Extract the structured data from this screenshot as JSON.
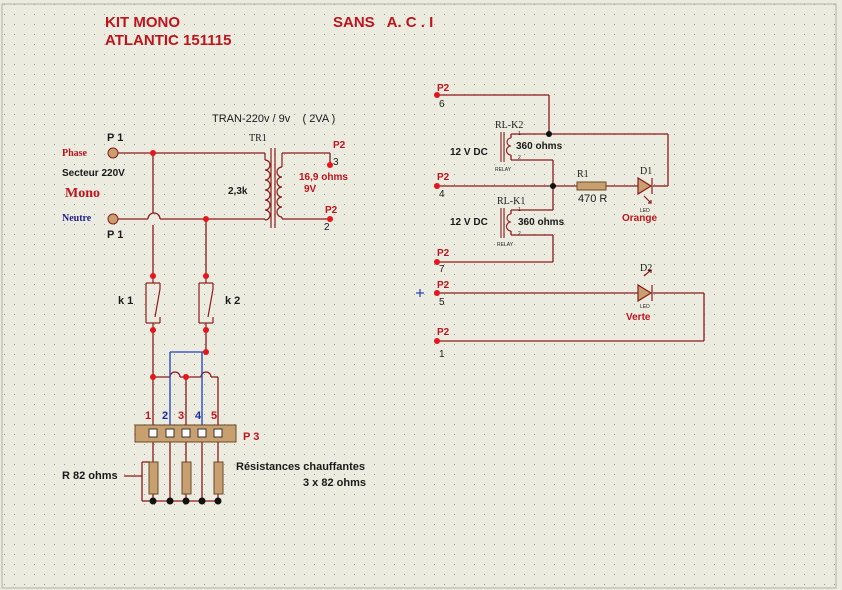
{
  "header": {
    "title_line1": "KIT MONO",
    "title_line2": "ATLANTIC 151115",
    "subtitle": "SANS   A. C . I"
  },
  "labels": {
    "phase": "Phase",
    "secteur": "Secteur 220V",
    "mono": "Mono",
    "neutre": "Neutre",
    "p1": "P 1",
    "tran": "TRAN-220v / 9v    ( 2VA )",
    "tr1": "TR1",
    "prim_res": "2,3k",
    "sec_res": "16,9 ohms",
    "sec_v": "9V",
    "p2": "P2",
    "pin3": "3",
    "pin2": "2",
    "k1": "k 1",
    "k2": "k 2",
    "pin_nums": [
      "1",
      "2",
      "3",
      "4",
      "5"
    ],
    "p3": "P 3",
    "r82": "R 82 ohms",
    "res_ch": "Résistances chauffantes",
    "res_3x": "3 x 82 ohms",
    "pin6": "6",
    "pin4": "4",
    "pin7": "7",
    "pin5": "5",
    "pin1": "1",
    "rlk2": "RL-K2",
    "rlk1": "RL-K1",
    "v12": "12 V DC",
    "ohm360": "360 ohms",
    "relay": "RELAY",
    "coil1": "1",
    "coil2": "2",
    "r1": "R1",
    "r1val": "470 R",
    "d1": "D1",
    "d2": "D2",
    "led": "LED",
    "orange": "Orange",
    "verte": "Verte"
  },
  "colors": {
    "background": "#ecebe0",
    "wire": "#8b1a1a",
    "junction": "#e8141c",
    "text_dark": "#1a1a1a",
    "title_red": "#c0141c",
    "neutre_blue": "#202090",
    "pin_blue": "#1c2aa0",
    "wire_blue": "#1f3fb8",
    "component": "#c8a070"
  }
}
